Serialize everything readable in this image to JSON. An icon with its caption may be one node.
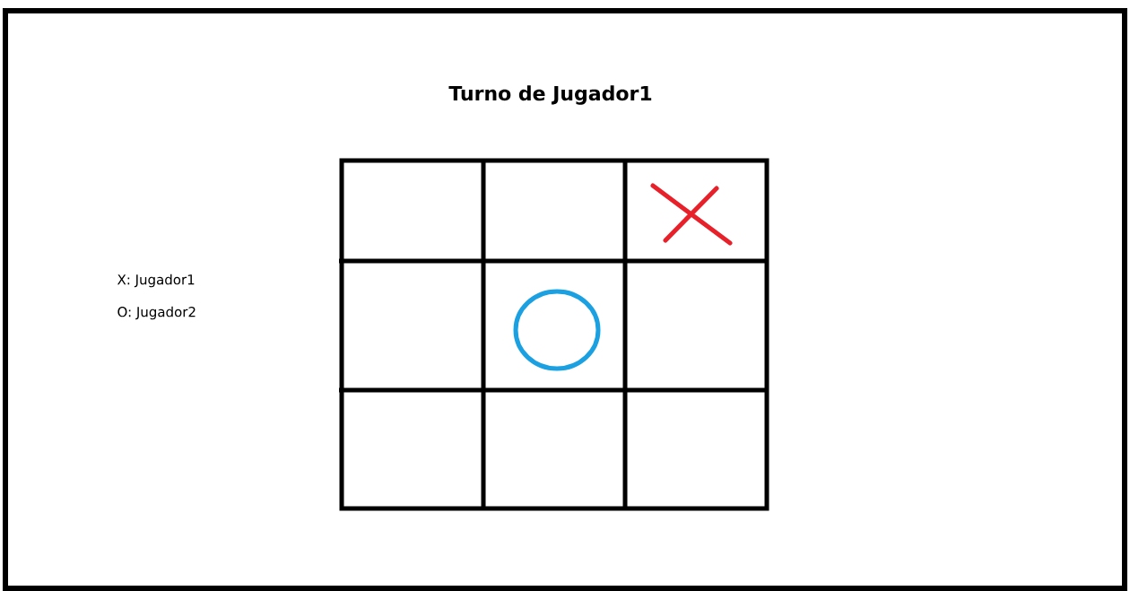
{
  "diagram": {
    "title": "Turno de Jugador1",
    "labels": [
      "X: Jugador1",
      "O: Jugador2"
    ]
  }
}
